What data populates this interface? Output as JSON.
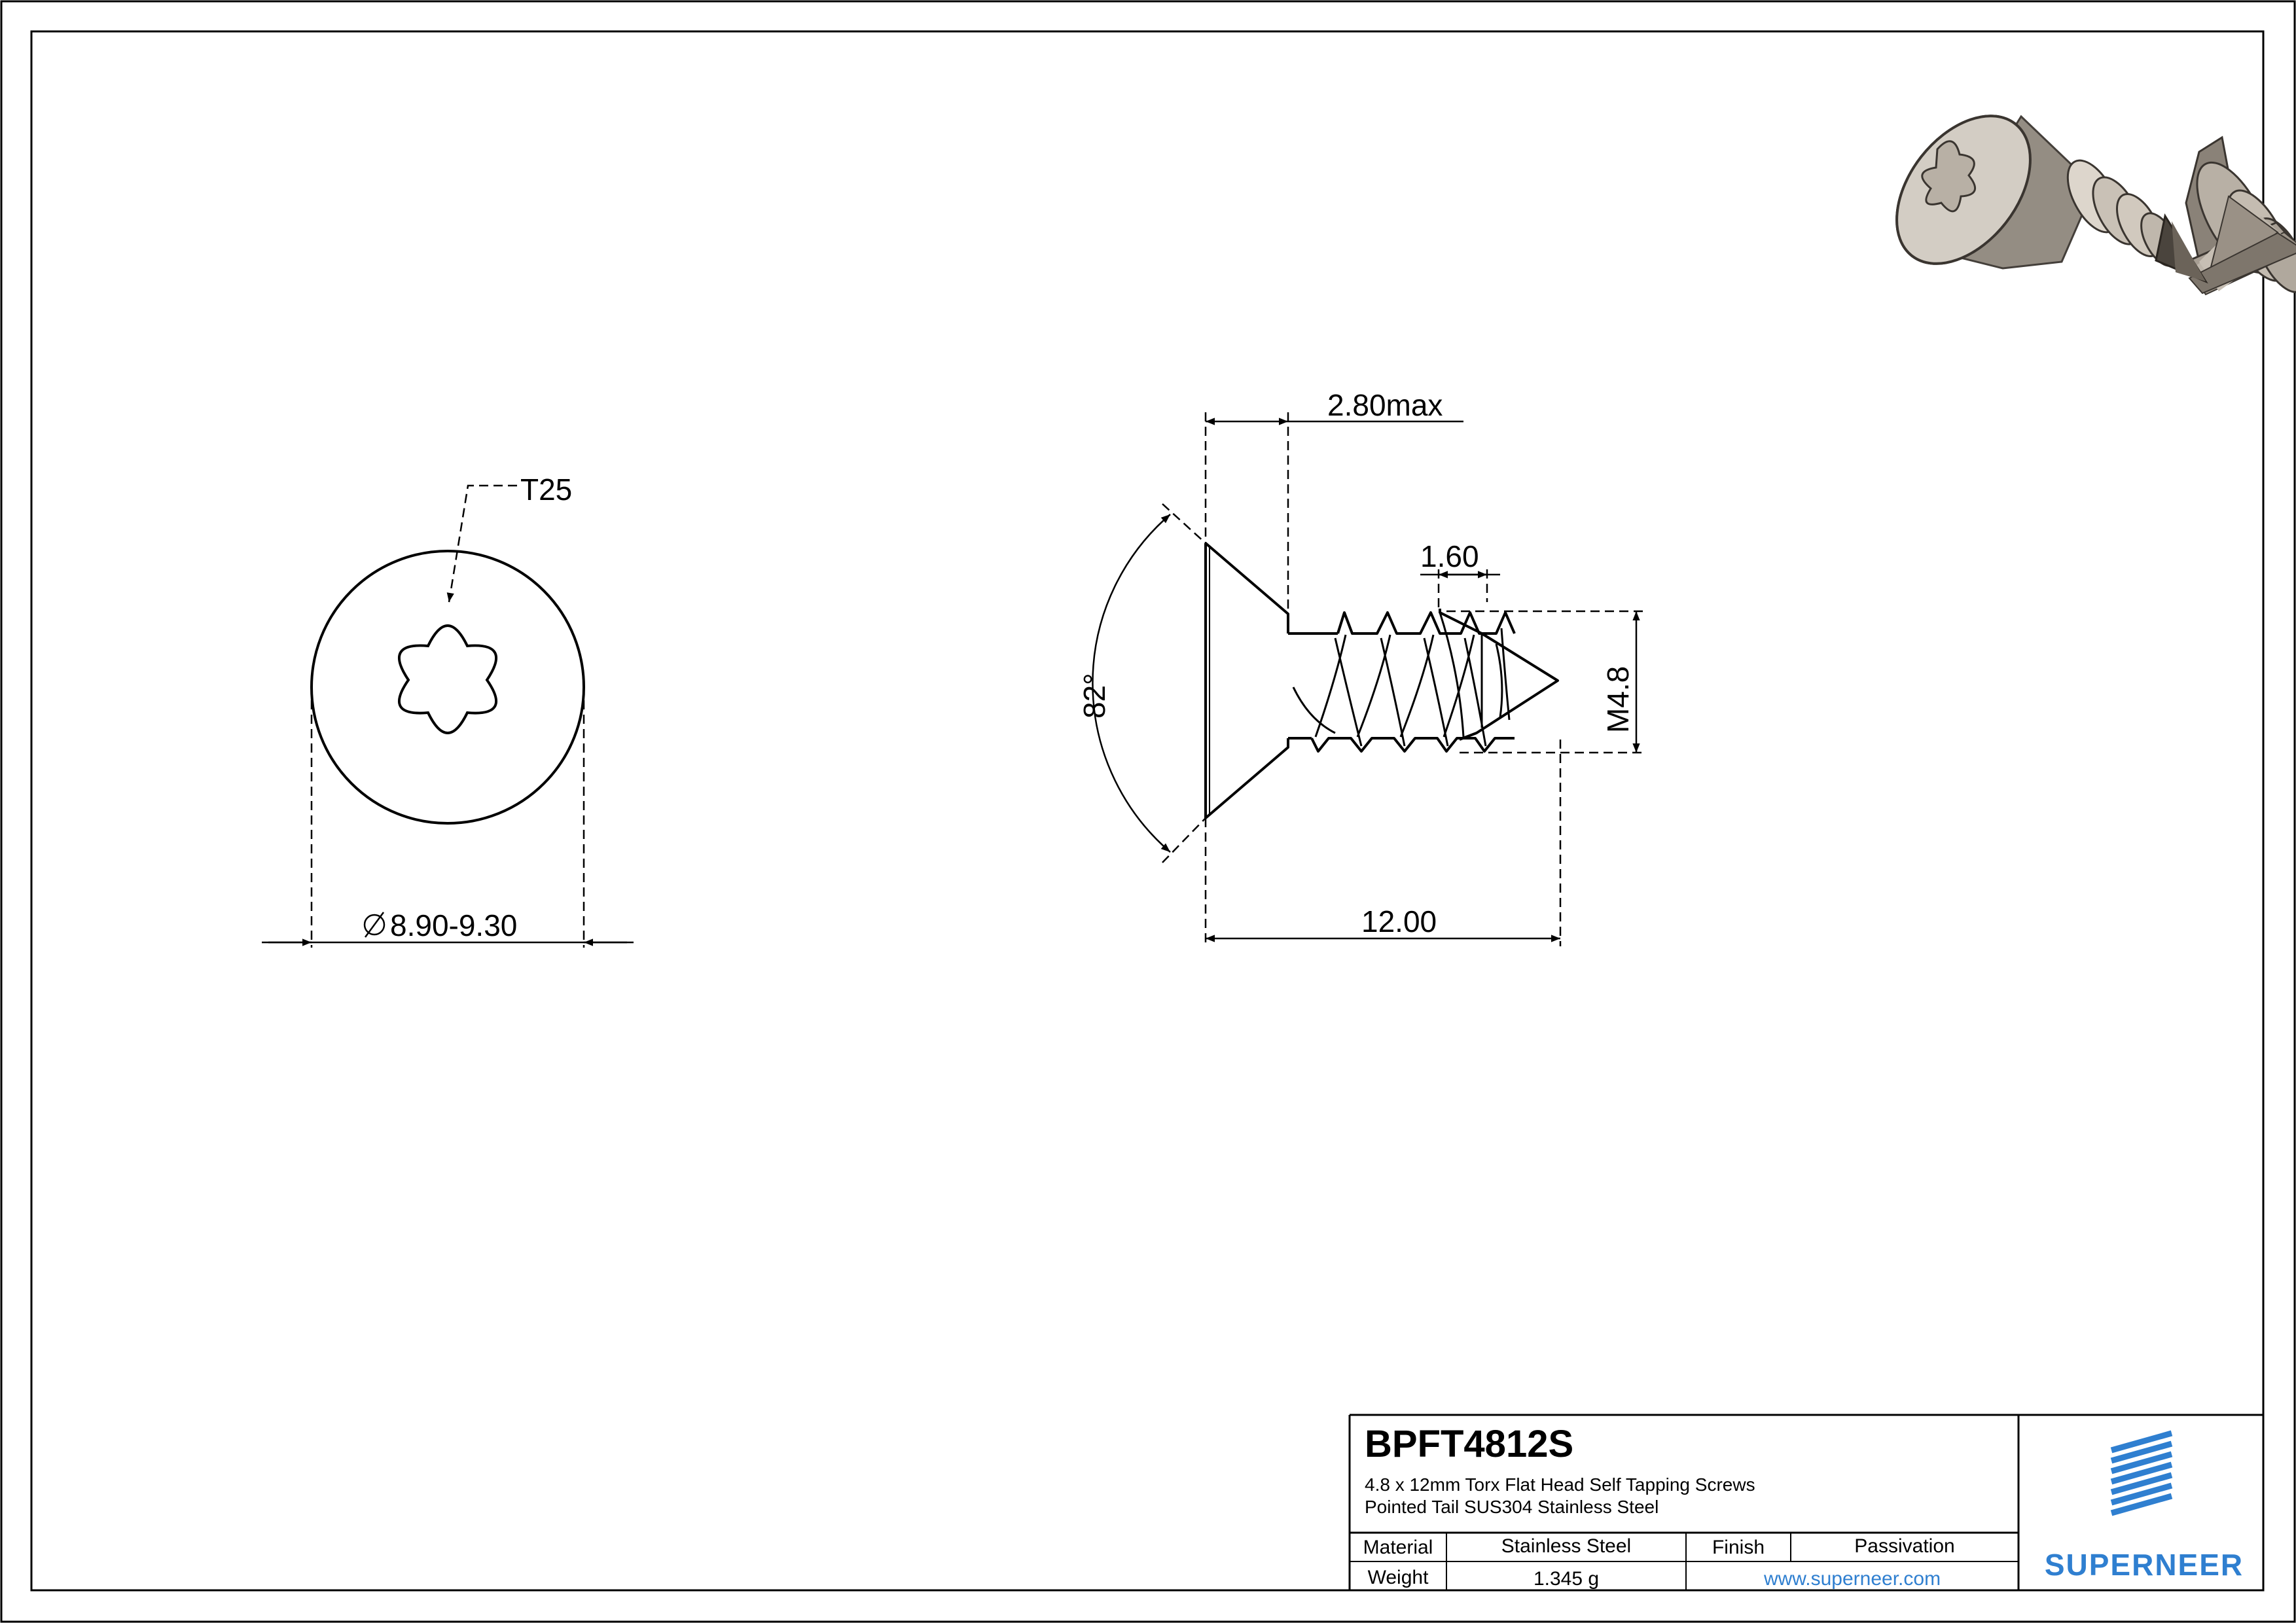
{
  "drawing": {
    "dimensions": {
      "drive": "T25",
      "head_diameter": "8.90-9.30",
      "head_height": "2.80max",
      "tip_length": "1.60",
      "countersink_angle": "82°",
      "thread_size": "M4.8",
      "length": "12.00"
    }
  },
  "title_block": {
    "part_number": "BPFT4812S",
    "description_line1": "4.8 x 12mm Torx Flat Head Self Tapping Screws",
    "description_line2": "Pointed Tail SUS304 Stainless Steel",
    "material_label": "Material",
    "material_value": "Stainless Steel",
    "finish_label": "Finish",
    "finish_value": "Passivation",
    "weight_label": "Weight",
    "weight_value": "1.345 g",
    "website": "www.superneer.com",
    "brand": "SUPERNEER"
  },
  "colors": {
    "line": "#000000",
    "brand_blue": "#2f7fd0",
    "render_steel": "#cfc9c0"
  }
}
